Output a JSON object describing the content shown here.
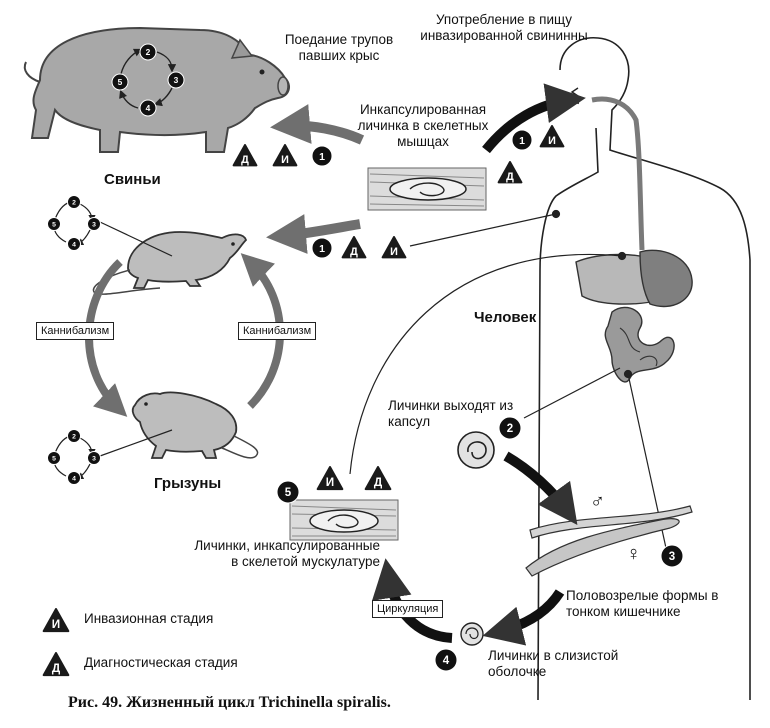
{
  "labels": {
    "pigs": "Свиньи",
    "rodents": "Грызуны",
    "human": "Человек",
    "eating_rats": "Поедание трупов павших крыс",
    "eating_pork": "Употребление в пищу инвазированной свининны",
    "encapsulated_larva": "Инкапсулированная личинка в скелетных мышцах",
    "larvae_exit": "Личинки выходят из капсул",
    "adult_forms": "Половозрелые формы в тонком кишечнике",
    "larvae_mucosa": "Личинки в слизистой оболочке",
    "larvae_muscle": "Личинки, инкапсулированные в скелетой мускулатуре",
    "cannibalism_left": "Каннибализм",
    "cannibalism_right": "Каннибализм",
    "circulation": "Циркуляция",
    "male_symbol": "♂",
    "female_symbol": "♀"
  },
  "markers": {
    "invasive": "И",
    "diagnostic": "Д",
    "steps": [
      "1",
      "2",
      "3",
      "4",
      "5"
    ]
  },
  "legend": {
    "invasive_stage": "Инвазионная стадия",
    "diagnostic_stage": "Диагностическая стадия"
  },
  "caption": "Рис. 49. Жизненный цикл Trichinella spiralis."
}
